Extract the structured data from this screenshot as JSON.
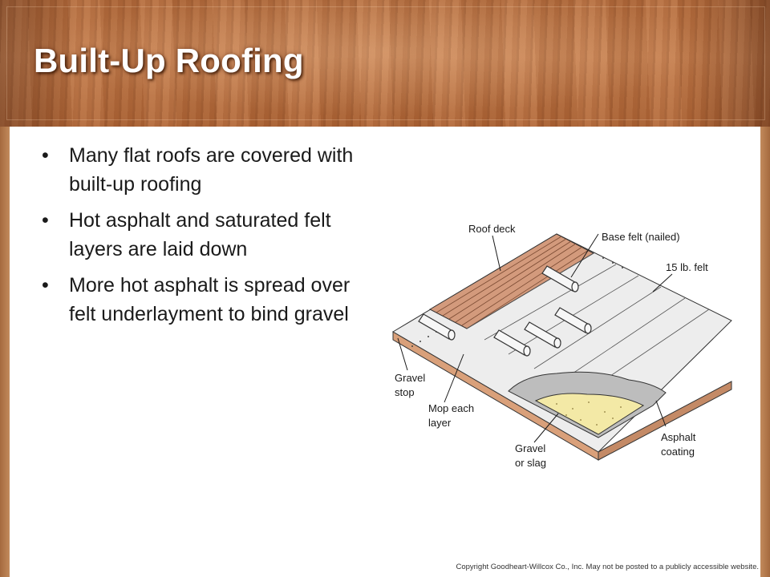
{
  "slide": {
    "title": "Built-Up Roofing",
    "bullets": [
      "Many flat roofs are covered with built-up roofing",
      "Hot asphalt and saturated felt layers are laid down",
      "More hot asphalt is spread over felt underlayment to bind gravel"
    ],
    "bullet_glyph": "•",
    "copyright": "Copyright Goodheart-Willcox Co., Inc. May not be posted to a publicly accessible website."
  },
  "diagram": {
    "labels": {
      "roof_deck": "Roof deck",
      "base_felt": "Base felt (nailed)",
      "felt_15": "15 lb. felt",
      "gravel_stop_1": "Gravel",
      "gravel_stop_2": "stop",
      "mop_1": "Mop each",
      "mop_2": "layer",
      "gravel_slag_1": "Gravel",
      "gravel_slag_2": "or slag",
      "asphalt_1": "Asphalt",
      "asphalt_2": "coating"
    }
  },
  "colors": {
    "wood_header": "#c27a4a",
    "title_text": "#ffffff",
    "deck_wood": "#d39a7c",
    "felt": "#e6e6e6",
    "asphalt": "#bdbdbd",
    "gravel": "#f3e9a6"
  }
}
